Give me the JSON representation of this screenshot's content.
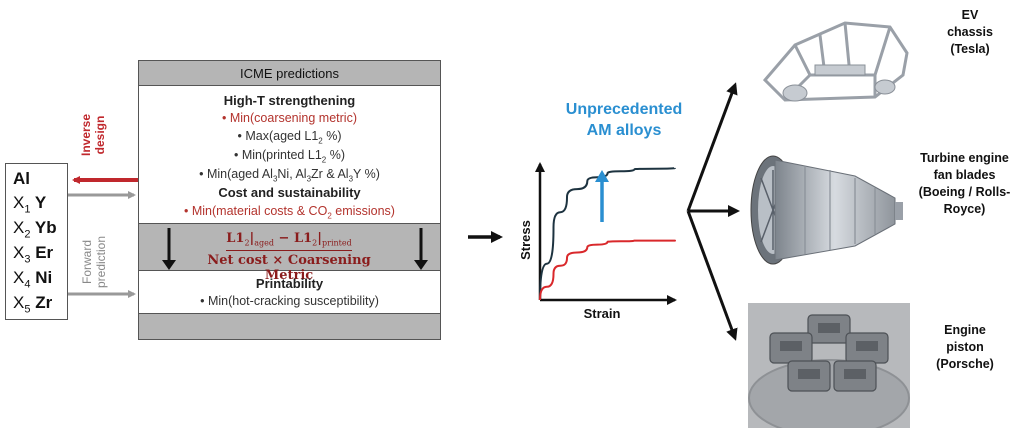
{
  "elements": {
    "base": "Al",
    "rows": [
      {
        "var": "X",
        "sub": "1",
        "element": "Y"
      },
      {
        "var": "X",
        "sub": "2",
        "element": "Yb"
      },
      {
        "var": "X",
        "sub": "3",
        "element": "Er"
      },
      {
        "var": "X",
        "sub": "4",
        "element": "Ni"
      },
      {
        "var": "X",
        "sub": "5",
        "element": "Zr"
      }
    ]
  },
  "arrows": {
    "inverse_line1": "Inverse",
    "inverse_line2": "design",
    "forward_line1": "Forward",
    "forward_line2": "prediction"
  },
  "icme": {
    "title": "ICME predictions",
    "strengthening_heading": "High-T strengthening",
    "strengthening_items": [
      {
        "text": "• Min(coarsening metric)",
        "highlight": true
      },
      {
        "text": "• Max(aged L1",
        "sub": "2",
        "tail": " %)",
        "highlight": false
      },
      {
        "text": "• Min(printed L1",
        "sub": "2",
        "tail": " %)",
        "highlight": false
      }
    ],
    "phases_item": {
      "p1": "• Min(aged Al",
      "s1": "3",
      "p2": "Ni, Al",
      "s2": "3",
      "p3": "Zr & Al",
      "s3": "3",
      "p4": "Y %)"
    },
    "cost_heading": "Cost and sustainability",
    "cost_item": {
      "p1": "• Min(material costs & CO",
      "s1": "2",
      "p2": " emissions)"
    },
    "formula": {
      "num_a": "L1",
      "num_a_sub": "2",
      "num_a_bar": "|",
      "num_a_tag": "aged",
      "minus": " − ",
      "num_b": "L1",
      "num_b_sub": "2",
      "num_b_bar": "|",
      "num_b_tag": "printed",
      "den": "Net cost × Coarsening Metric"
    },
    "printability_heading": "Printability",
    "printability_item": "• Min(hot-cracking susceptibility)"
  },
  "chart": {
    "title_line1": "Unprecedented",
    "title_line2": "AM alloys",
    "ylabel": "Stress",
    "xlabel": "Strain"
  },
  "chart_data": {
    "type": "line",
    "title": "Unprecedented AM alloys",
    "xlabel": "Strain",
    "ylabel": "Stress",
    "series": [
      {
        "name": "",
        "color": "#1d3340",
        "x": [
          0,
          0.1,
          0.2,
          0.35,
          0.5,
          0.7,
          1.0
        ],
        "y": [
          0,
          0.55,
          0.78,
          0.9,
          0.96,
          0.99,
          1.0
        ]
      },
      {
        "name": "",
        "color": "#d9282b",
        "x": [
          0,
          0.1,
          0.2,
          0.35,
          0.5,
          0.7,
          1.0
        ],
        "y": [
          0,
          0.2,
          0.32,
          0.4,
          0.44,
          0.45,
          0.45
        ]
      }
    ]
  },
  "applications": [
    {
      "line1": "EV",
      "line2": "chassis",
      "line3": "(Tesla)"
    },
    {
      "line1": "Turbine engine",
      "line2": "fan blades",
      "line3": "(Boeing / Rolls-",
      "line4": "Royce)"
    },
    {
      "line1": "Engine",
      "line2": "piston",
      "line3": "(Porsche)"
    }
  ],
  "colors": {
    "inverse_arrow": "#c0282d",
    "forward_arrow": "#999999",
    "highlight_text": "#b3332d",
    "chart_title": "#2a8fd1",
    "improve_arrow": "#2a8fd1"
  }
}
